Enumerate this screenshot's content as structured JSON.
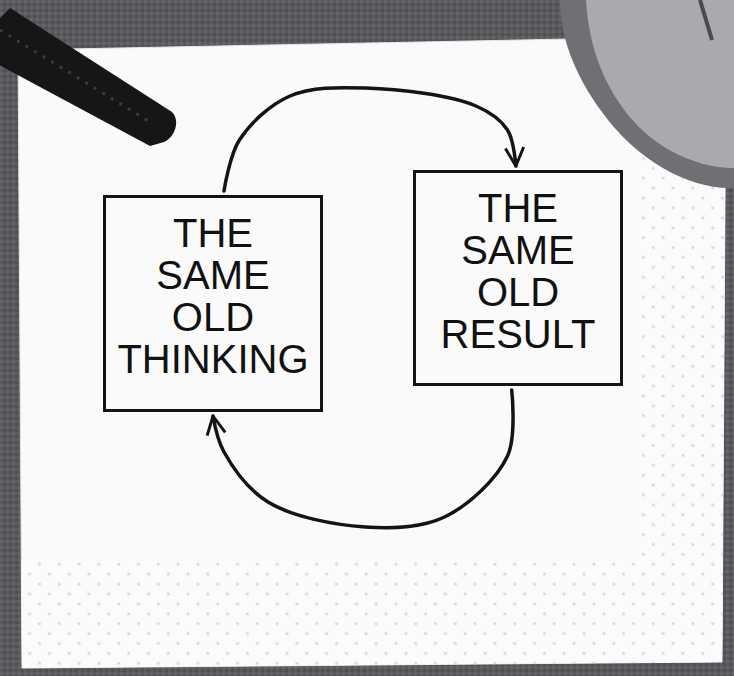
{
  "diagram": {
    "nodes": [
      {
        "text": [
          "THE SAME OLD THINKING"
        ]
      },
      {
        "text": [
          "THE SAME OLD RESULT"
        ]
      }
    ],
    "edges": [
      {
        "from": 0,
        "to": 1,
        "arrow": "to"
      },
      {
        "from": 1,
        "to": 0,
        "arrow": "to"
      }
    ]
  }
}
